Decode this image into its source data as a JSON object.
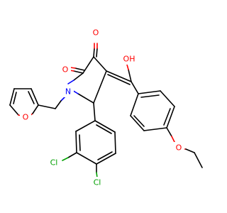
{
  "molecule": {
    "atoms": {
      "o_ketone": "O",
      "o_lactam": "O",
      "o_hydroxyl": "OH",
      "n_ring": "N",
      "o_furan": "O",
      "o_ether": "O",
      "cl_meta": "Cl",
      "cl_para": "Cl"
    },
    "colors": {
      "bond": "#000000",
      "oxygen": "#ff0000",
      "nitrogen": "#0000ff",
      "chlorine": "#00a000"
    }
  }
}
